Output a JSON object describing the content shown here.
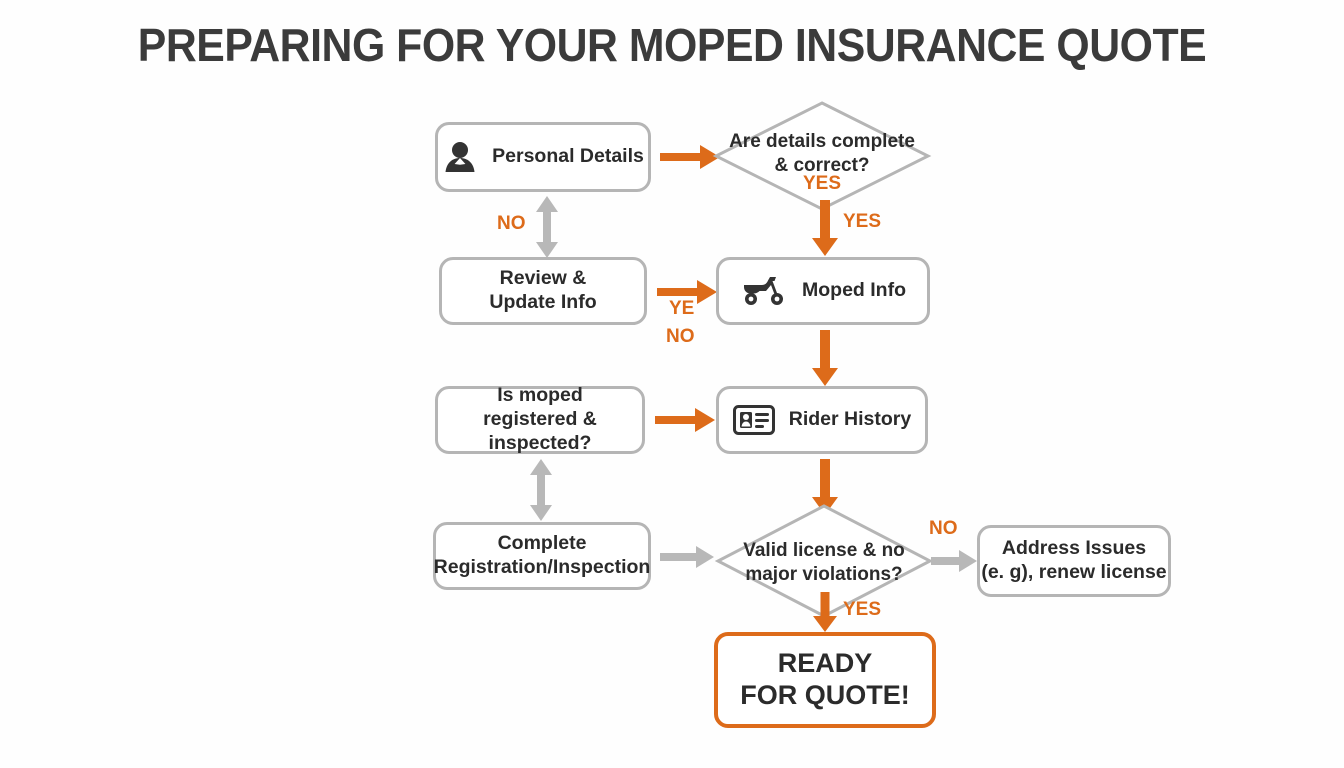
{
  "title": "PREPARING FOR YOUR MOPED INSURANCE QUOTE",
  "colors": {
    "accent_orange": "#dd6b1a",
    "gray_stroke": "#b5b5b5",
    "gray_arrow": "#b8b8b8",
    "text_dark": "#2b2b2b",
    "title_gray": "#3b3b3b",
    "background": "#fefefe"
  },
  "diagram": {
    "type": "flowchart",
    "nodes": [
      {
        "id": "personal-details",
        "label": "Personal Details",
        "shape": "rounded-rect",
        "icon": "person-icon",
        "border": "gray"
      },
      {
        "id": "details-complete",
        "label_line1": "Are details complete",
        "label_line2": "& correct?",
        "inner_label": "YES",
        "shape": "diamond",
        "border": "gray"
      },
      {
        "id": "review-update",
        "label_line1": "Review &",
        "label_line2": "Update Info",
        "shape": "rounded-rect",
        "border": "gray"
      },
      {
        "id": "moped-info",
        "label": "Moped Info",
        "shape": "rounded-rect",
        "icon": "scooter-icon",
        "border": "gray"
      },
      {
        "id": "moped-registered",
        "label_line1": "Is moped",
        "label_line2": "registered & inspected?",
        "shape": "rounded-rect",
        "border": "gray"
      },
      {
        "id": "rider-history",
        "label": "Rider History",
        "shape": "rounded-rect",
        "icon": "id-card-icon",
        "border": "gray"
      },
      {
        "id": "complete-registration",
        "label_line1": "Complete",
        "label_line2": "Registration/Inspection",
        "shape": "rounded-rect",
        "border": "gray"
      },
      {
        "id": "valid-license",
        "label_line1": "Valid license & no",
        "label_line2": "major violations?",
        "shape": "diamond",
        "border": "gray"
      },
      {
        "id": "address-issues",
        "label_line1": "Address Issues",
        "label_line2": "(e. g), renew license",
        "shape": "rounded-rect",
        "border": "gray"
      },
      {
        "id": "ready-for-quote",
        "label_line1": "READY",
        "label_line2": "FOR QUOTE!",
        "shape": "rounded-rect",
        "border": "orange"
      }
    ],
    "edges": [
      {
        "id": "personal-to-decision",
        "label": "",
        "color": "orange",
        "direction": "right"
      },
      {
        "id": "decision-to-moped",
        "label": "YES",
        "color": "orange",
        "direction": "down"
      },
      {
        "id": "personal-to-review",
        "label": "NO",
        "color": "gray",
        "direction": "both-vertical"
      },
      {
        "id": "review-to-moped",
        "label_top": "YE",
        "label_bottom": "NO",
        "color": "orange",
        "direction": "right"
      },
      {
        "id": "moped-to-rider",
        "label": "",
        "color": "orange",
        "direction": "down"
      },
      {
        "id": "registered-to-rider",
        "label": "",
        "color": "orange",
        "direction": "right"
      },
      {
        "id": "registered-to-complete",
        "label": "",
        "color": "gray",
        "direction": "both-vertical"
      },
      {
        "id": "rider-to-license",
        "label": "",
        "color": "orange",
        "direction": "down"
      },
      {
        "id": "complete-to-license",
        "label": "",
        "color": "gray",
        "direction": "right"
      },
      {
        "id": "license-to-address",
        "label": "NO",
        "color": "gray",
        "direction": "right"
      },
      {
        "id": "license-to-ready",
        "label": "YES",
        "color": "orange",
        "direction": "down"
      }
    ]
  }
}
